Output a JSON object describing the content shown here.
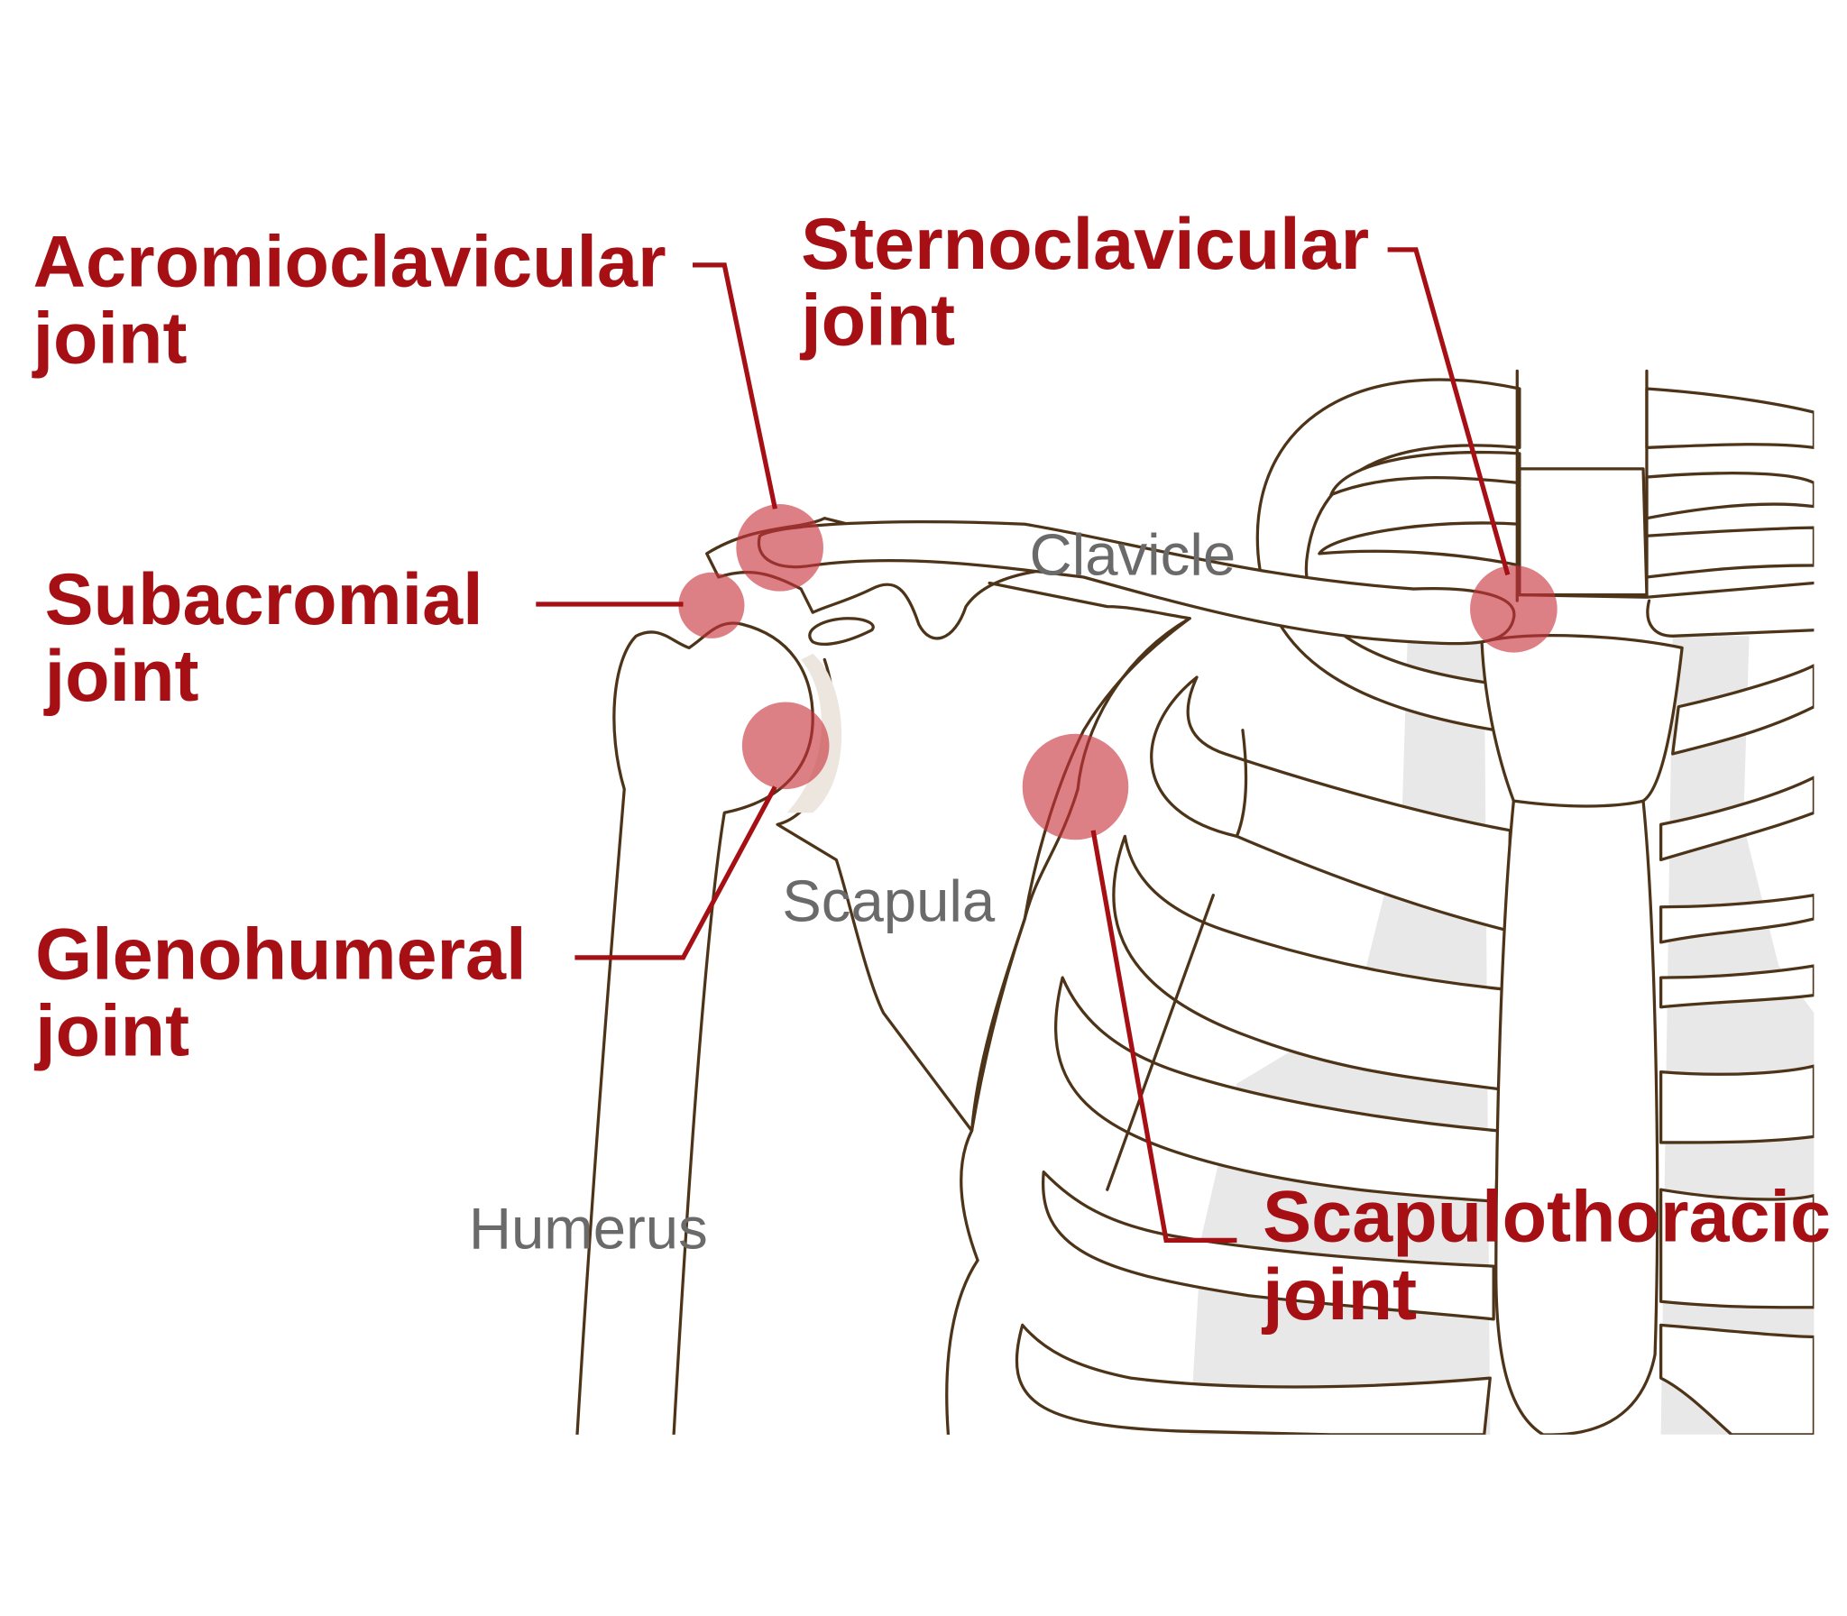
{
  "joints": {
    "acromioclavicular": {
      "line1": "Acromioclavicular",
      "line2": "joint"
    },
    "sternoclavicular": {
      "line1": "Sternoclavicular",
      "line2": "joint"
    },
    "subacromial": {
      "line1": "Subacromial",
      "line2": "joint"
    },
    "glenohumeral": {
      "line1": "Glenohumeral",
      "line2": "joint"
    },
    "scapulothoracic": {
      "line1": "Scapulothoracic",
      "line2": "joint"
    }
  },
  "bones": {
    "clavicle": "Clavicle",
    "scapula": "Scapula",
    "humerus": "Humerus"
  },
  "colors": {
    "label_red": "#a60f14",
    "joint_marker": "#c8323c",
    "bone_outline": "#4d3418",
    "bone_label": "#6a6a6a"
  }
}
